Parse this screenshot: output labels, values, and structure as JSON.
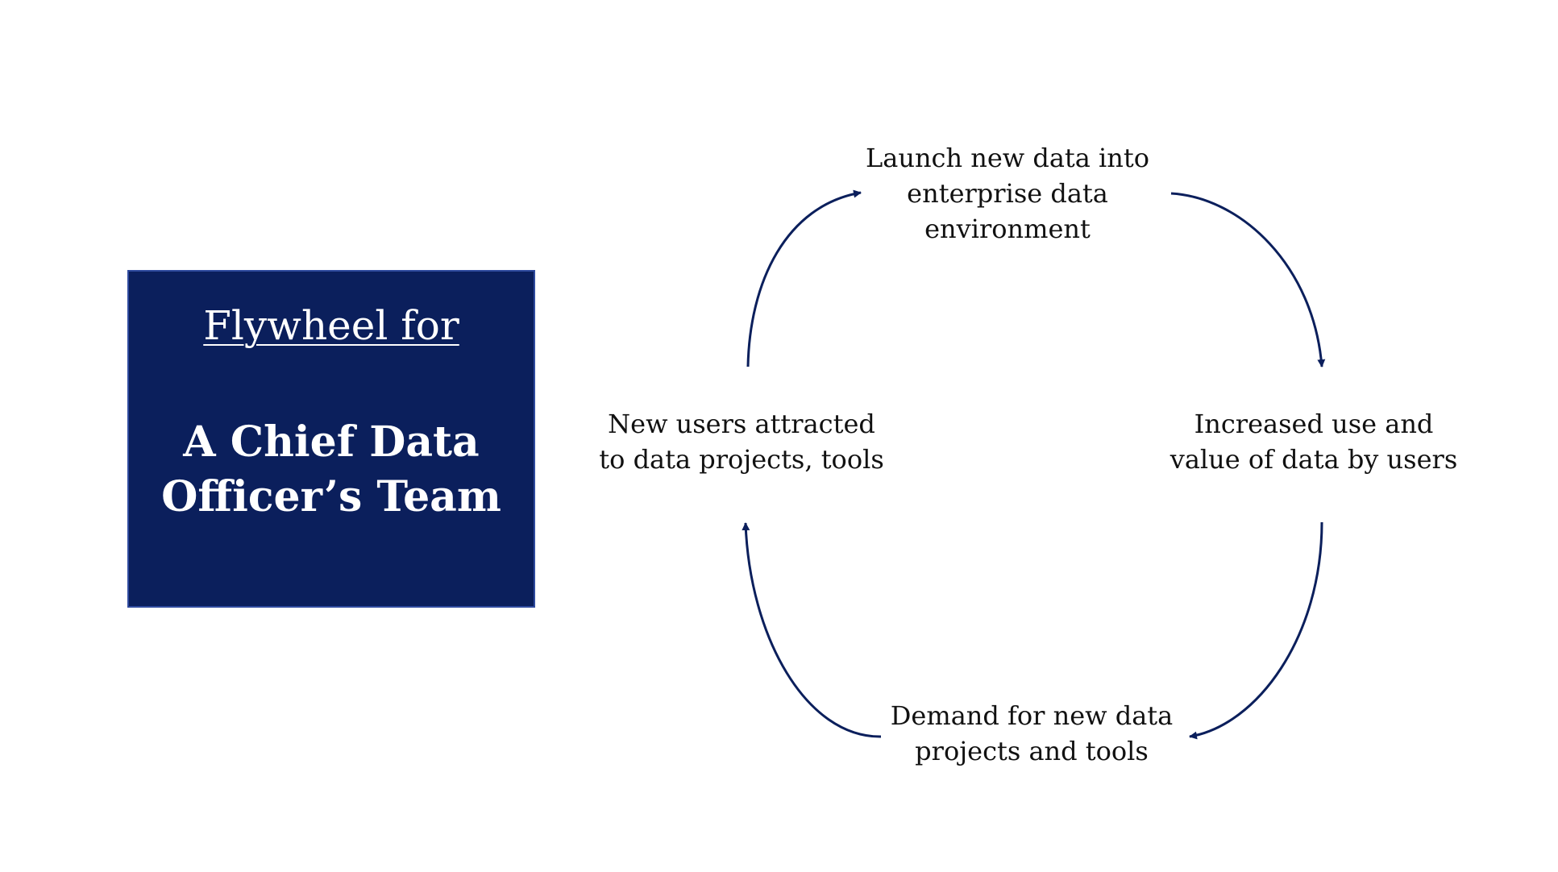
{
  "colors": {
    "box_background": "#0b1f5c",
    "arrow": "#0b1f5c",
    "text": "#111111"
  },
  "title_box": {
    "line1": "Flywheel for",
    "line2": "A Chief Data Officer’s Team"
  },
  "cycle": {
    "top": [
      "Launch new data into",
      "enterprise data",
      "environment"
    ],
    "right": [
      "Increased use and",
      "value of data by users"
    ],
    "bottom": [
      "Demand for new data",
      "projects and tools"
    ],
    "left": [
      "New users attracted",
      "to data projects, tools"
    ]
  }
}
